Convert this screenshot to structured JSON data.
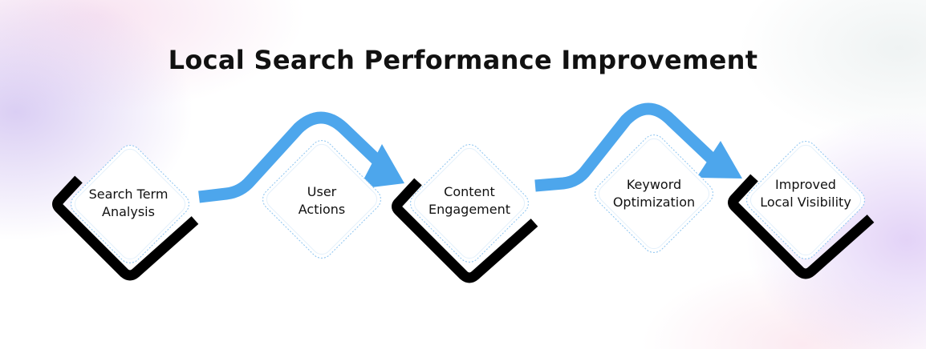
{
  "title": "Local Search Performance Improvement",
  "steps": [
    {
      "label_line1": "Search Term",
      "label_line2": "Analysis",
      "highlighted": true
    },
    {
      "label_line1": "User",
      "label_line2": "Actions",
      "highlighted": false
    },
    {
      "label_line1": "Content",
      "label_line2": "Engagement",
      "highlighted": true
    },
    {
      "label_line1": "Keyword",
      "label_line2": "Optimization",
      "highlighted": false
    },
    {
      "label_line1": "Improved",
      "label_line2": "Local Visibility",
      "highlighted": true
    }
  ],
  "colors": {
    "arrow": "#4da6ec",
    "bracket": "#000000",
    "dash": "#8cc4f0"
  }
}
